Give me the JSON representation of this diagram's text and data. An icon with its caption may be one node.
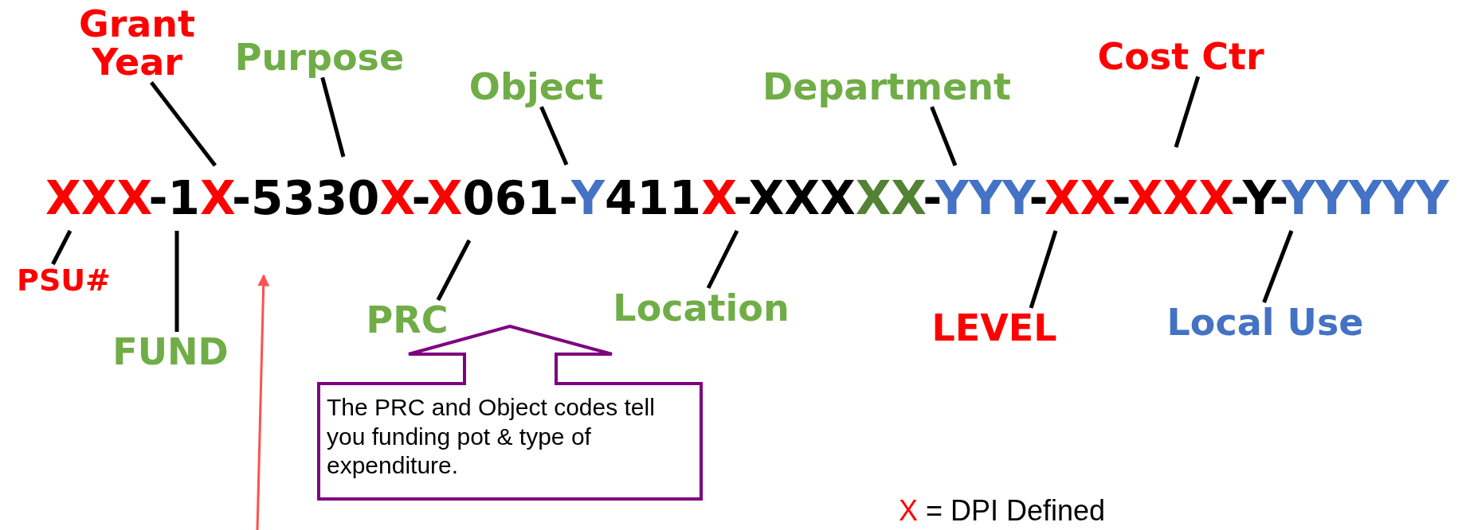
{
  "diagram": {
    "nodes": [
      {
        "text": [
          "Grant Year"
        ]
      },
      {
        "text": [
          "Purpose"
        ]
      },
      {
        "text": [
          "Object"
        ]
      },
      {
        "text": [
          "Department"
        ]
      },
      {
        "text": [
          "Cost Ctr"
        ]
      },
      {
        "text": [
          "PSU#"
        ]
      },
      {
        "text": [
          "FUND"
        ]
      },
      {
        "text": [
          "PRC"
        ]
      },
      {
        "text": [
          "Location"
        ]
      },
      {
        "text": [
          "LEVEL"
        ]
      },
      {
        "text": [
          "Local Use"
        ]
      },
      {
        "text": [
          "The PRC and Object codes tell you funding pot & type of expenditure."
        ]
      }
    ],
    "edges": [
      {
        "from": 0,
        "to": null,
        "arrow": "none"
      },
      {
        "from": 1,
        "to": null,
        "arrow": "none"
      },
      {
        "from": 2,
        "to": null,
        "arrow": "none"
      },
      {
        "from": 3,
        "to": null,
        "arrow": "none"
      },
      {
        "from": 4,
        "to": null,
        "arrow": "none"
      },
      {
        "from": 5,
        "to": null,
        "arrow": "none"
      },
      {
        "from": 6,
        "to": null,
        "arrow": "none"
      },
      {
        "from": 7,
        "to": null,
        "arrow": "none"
      },
      {
        "from": 8,
        "to": null,
        "arrow": "none"
      },
      {
        "from": 9,
        "to": null,
        "arrow": "none"
      },
      {
        "from": 10,
        "to": null,
        "arrow": "none"
      }
    ],
    "labels": [
      "XXX-1X-5330X-X061-Y411X-XXXXX-YYY-XX-XXX-Y-YYYYY",
      "X = DPI Defined"
    ]
  }
}
